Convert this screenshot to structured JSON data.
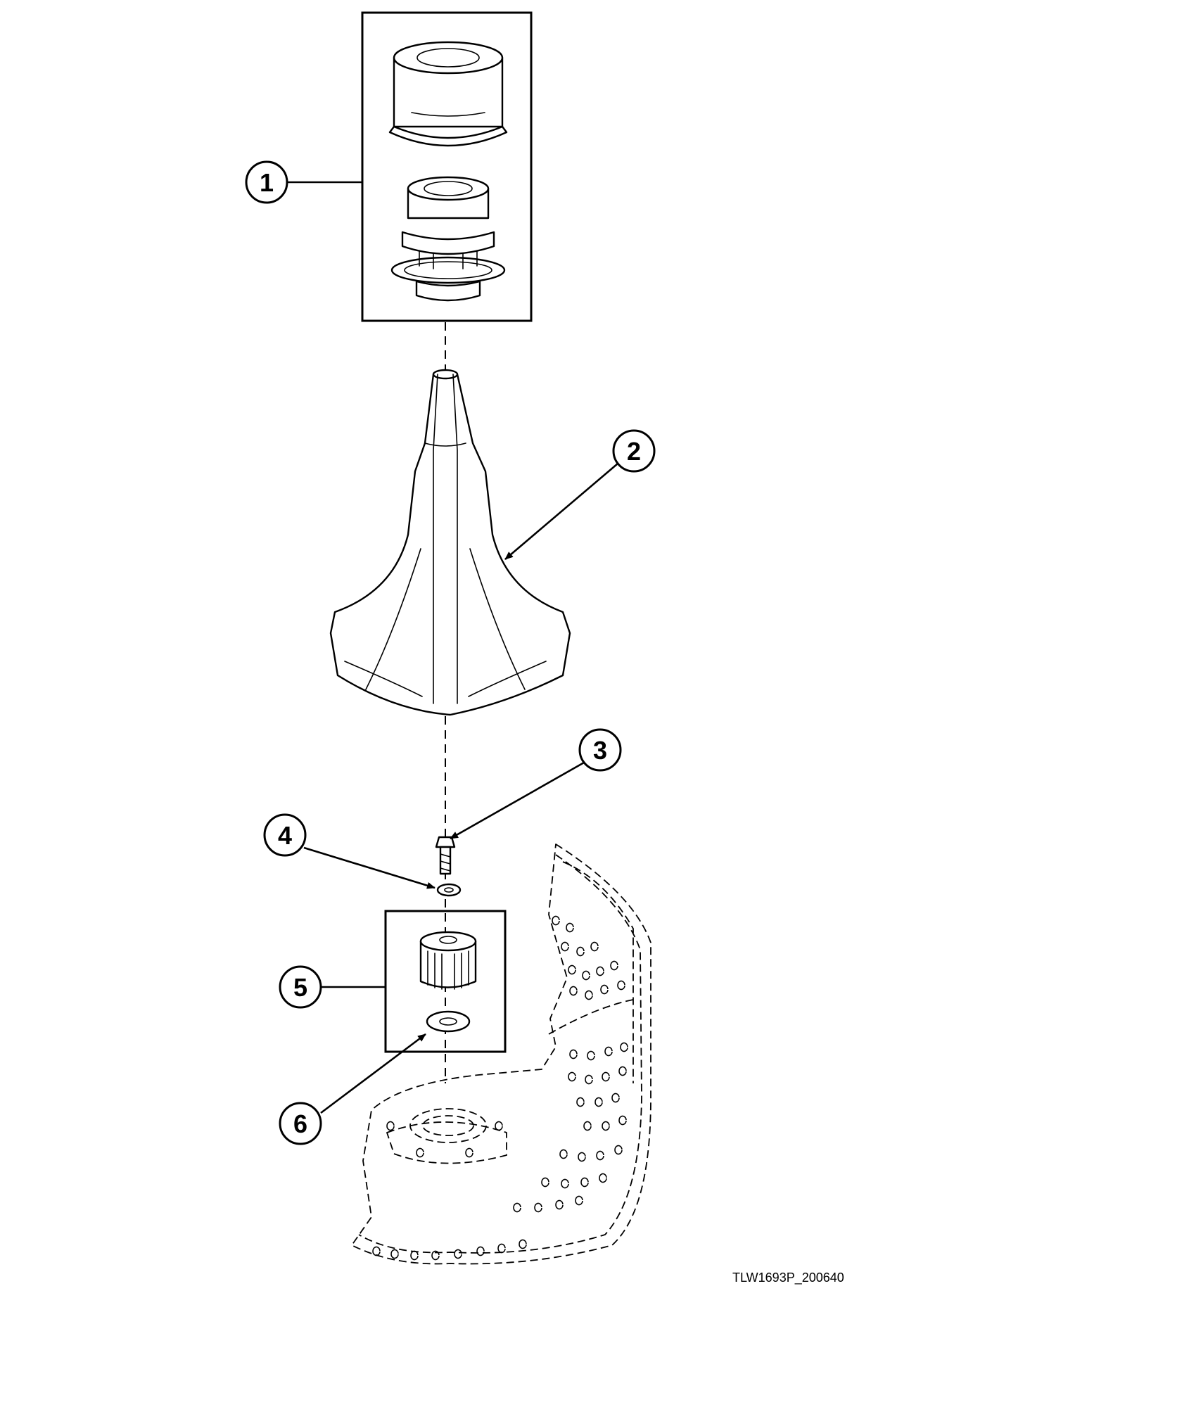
{
  "callouts": [
    "1",
    "2",
    "3",
    "4",
    "5",
    "6"
  ],
  "figure_id": "TLW1693P_200640",
  "colors": {
    "line": "#000000",
    "background": "#ffffff"
  }
}
